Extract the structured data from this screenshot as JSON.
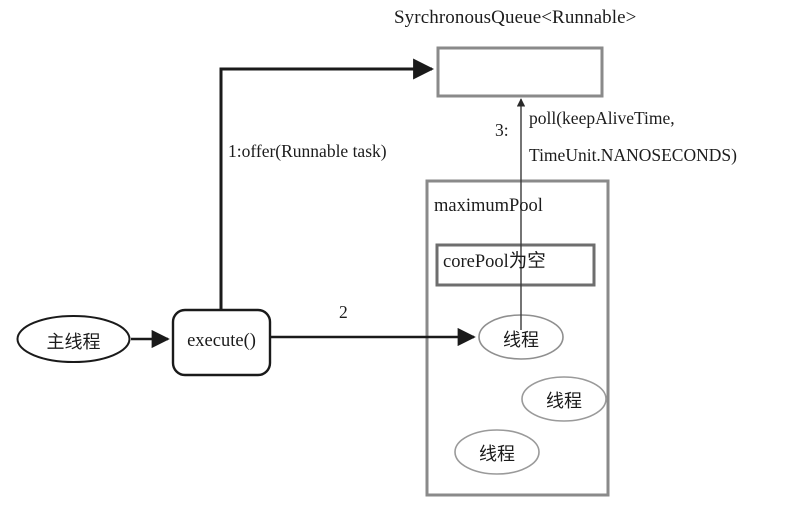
{
  "diagram": {
    "title_label": "SyrchronousQueue<Runnable>",
    "colors": {
      "stroke_dark": "#1a1a1a",
      "stroke_gray": "#8a8a8a",
      "stroke_light": "#a9a9a9",
      "background": "#ffffff",
      "text": "#1c1c1c"
    },
    "queue": {
      "title": "SyrchronousQueue<Runnable>",
      "content": ""
    },
    "edges": {
      "offer_label": "1:offer(Runnable task)",
      "step2_label": "2",
      "step3_label": "3:",
      "poll_line1": "poll(keepAliveTime,",
      "poll_line2": "TimeUnit.NANOSECONDS)"
    },
    "main_thread": {
      "label": "主线程"
    },
    "execute": {
      "label": "execute()"
    },
    "maximum_pool": {
      "label": "maximumPool",
      "core_pool_label": "corePool为空",
      "threads": [
        {
          "label": "线程"
        },
        {
          "label": "线程"
        },
        {
          "label": "线程"
        }
      ]
    }
  }
}
